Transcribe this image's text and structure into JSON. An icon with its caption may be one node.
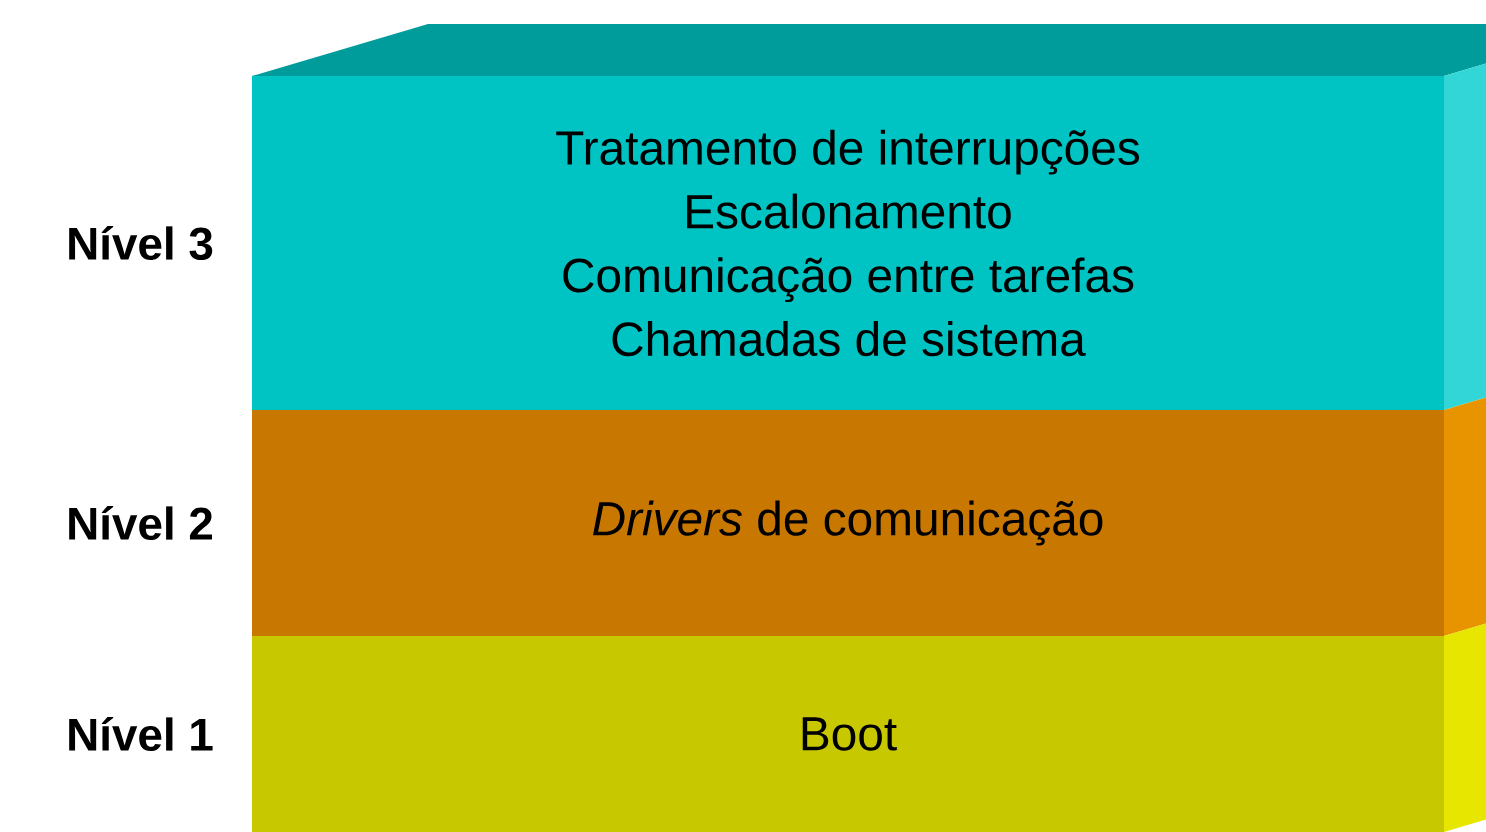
{
  "diagram": {
    "nodes": [
      {
        "text": [
          "Tratamento de interrupções",
          "Escalonamento",
          "Comunicação entre tarefas",
          "Chamadas de sistema"
        ],
        "beside": [
          "Nível 3"
        ]
      },
      {
        "text": [
          "*Drivers* de comunicação"
        ],
        "beside": [
          "Nível 2"
        ]
      },
      {
        "text": [
          "Boot"
        ],
        "beside": [
          "Nível 1"
        ]
      }
    ]
  }
}
